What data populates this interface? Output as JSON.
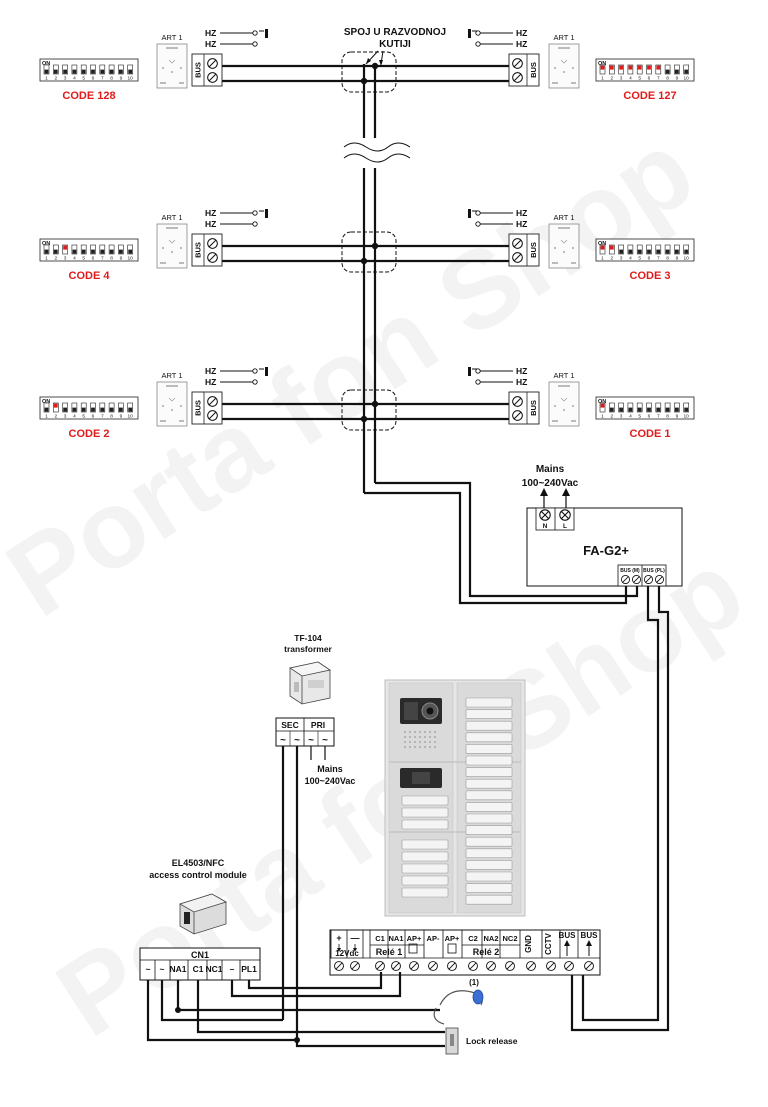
{
  "watermark": "Porta fon Shop",
  "junction_label_1": "SPOJ U RAZVODNOJ",
  "junction_label_2": "KUTIJI",
  "art_label": "ART 1",
  "hz_label": "HZ",
  "bus_label": "BUS",
  "on_label": "ON",
  "switch_numbers": [
    "1",
    "2",
    "3",
    "4",
    "5",
    "6",
    "7",
    "8",
    "9",
    "10"
  ],
  "units": [
    {
      "code": "CODE 128",
      "on": []
    },
    {
      "code": "CODE 127",
      "on": [
        1,
        2,
        3,
        4,
        5,
        6,
        7
      ]
    },
    {
      "code": "CODE 4",
      "on": [
        3
      ]
    },
    {
      "code": "CODE 3",
      "on": [
        1,
        2
      ]
    },
    {
      "code": "CODE 2",
      "on": [
        2
      ]
    },
    {
      "code": "CODE 1",
      "on": [
        1
      ]
    }
  ],
  "power_supply": {
    "mains_label": "Mains",
    "mains_voltage": "100~240Vac",
    "n_label": "N",
    "l_label": "L",
    "name": "FA-G2+",
    "bus_m": "BUS (M)",
    "bus_pl": "BUS (PL)"
  },
  "transformer": {
    "name": "TF-104",
    "subtitle": "transformer",
    "sec": "SEC",
    "pri": "PRI",
    "tilde": "~",
    "mains_label": "Mains",
    "mains_voltage": "100~240Vac"
  },
  "access_module": {
    "name": "EL4503/NFC",
    "subtitle": "access control module",
    "cn_label": "CN1",
    "terminals": [
      "~",
      "~",
      "NA1",
      "C1",
      "NC1",
      "–",
      "PL1"
    ]
  },
  "panel_terminals": {
    "plus": "+",
    "minus": "—",
    "vdc": "12Vdc",
    "top": [
      "C1",
      "NA1",
      "AP+",
      "AP-",
      "AP+",
      "C2",
      "NA2",
      "NC2"
    ],
    "rele1": "Relé 1",
    "rele2": "Relé 2",
    "gnd": "GND",
    "cctv": "CCTV",
    "bus1": "BUS",
    "bus2": "BUS",
    "note": "(1)"
  },
  "lock_release": "Lock release"
}
